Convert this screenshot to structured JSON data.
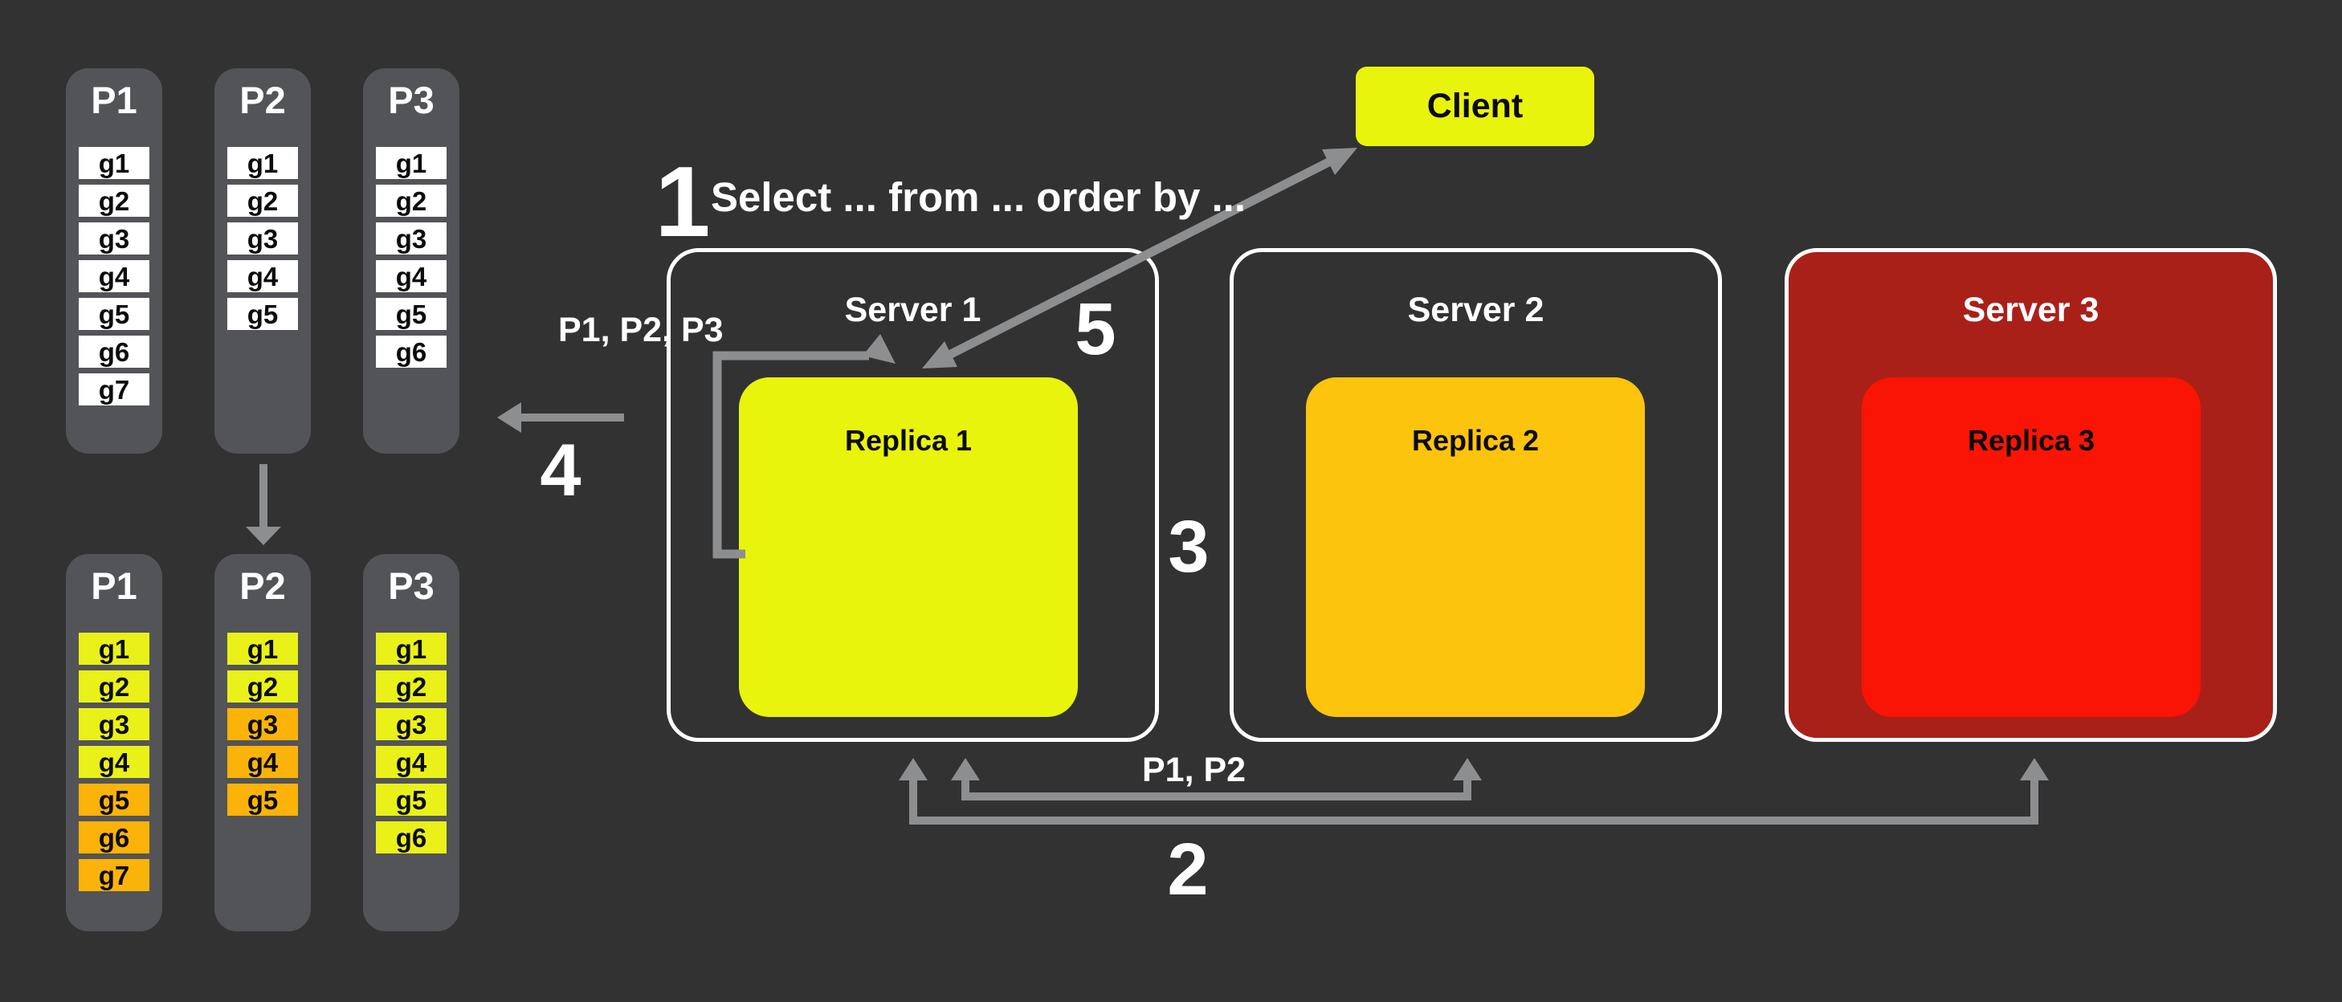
{
  "colors": {
    "bg": "#323233",
    "panel_gray": "#535458",
    "item_white": "#ffffff",
    "item_yellow": "#e9f118",
    "item_orange": "#fbb309",
    "client_yellow": "#e9f40c",
    "replica1_yellow": "#e9f40c",
    "replica2_amber": "#fdc40d",
    "replica3_red": "#fa1405",
    "server3_dark_red": "#a92019",
    "arrow_gray": "#8d8e90",
    "border_white": "#ffffff"
  },
  "partitions_unsorted": {
    "columns": [
      {
        "label": "P1",
        "items": [
          "g1",
          "g2",
          "g3",
          "g4",
          "g5",
          "g6",
          "g7"
        ]
      },
      {
        "label": "P2",
        "items": [
          "g1",
          "g2",
          "g3",
          "g4",
          "g5"
        ]
      },
      {
        "label": "P3",
        "items": [
          "g1",
          "g2",
          "g3",
          "g4",
          "g5",
          "g6"
        ]
      }
    ]
  },
  "partitions_sorted": {
    "columns": [
      {
        "label": "P1",
        "items": [
          {
            "label": "g1",
            "color": "yellow"
          },
          {
            "label": "g2",
            "color": "yellow"
          },
          {
            "label": "g3",
            "color": "yellow"
          },
          {
            "label": "g4",
            "color": "yellow"
          },
          {
            "label": "g5",
            "color": "orange"
          },
          {
            "label": "g6",
            "color": "orange"
          },
          {
            "label": "g7",
            "color": "orange"
          }
        ]
      },
      {
        "label": "P2",
        "items": [
          {
            "label": "g1",
            "color": "yellow"
          },
          {
            "label": "g2",
            "color": "yellow"
          },
          {
            "label": "g3",
            "color": "orange"
          },
          {
            "label": "g4",
            "color": "orange"
          },
          {
            "label": "g5",
            "color": "orange"
          }
        ]
      },
      {
        "label": "P3",
        "items": [
          {
            "label": "g1",
            "color": "yellow"
          },
          {
            "label": "g2",
            "color": "yellow"
          },
          {
            "label": "g3",
            "color": "yellow"
          },
          {
            "label": "g4",
            "color": "yellow"
          },
          {
            "label": "g5",
            "color": "yellow"
          },
          {
            "label": "g6",
            "color": "yellow"
          }
        ]
      }
    ]
  },
  "steps": [
    {
      "number": "1",
      "annotation": "Select ... from ... order by ..."
    },
    {
      "number": "2"
    },
    {
      "number": "3"
    },
    {
      "number": "4"
    },
    {
      "number": "5"
    }
  ],
  "labels": {
    "client": "Client",
    "replica_partitions": "P1, P2, P3",
    "scatter_partitions": "P1, P2"
  },
  "servers": [
    {
      "name": "Server 1",
      "replica": "Replica 1"
    },
    {
      "name": "Server 2",
      "replica": "Replica 2"
    },
    {
      "name": "Server 3",
      "replica": "Replica 3"
    }
  ]
}
